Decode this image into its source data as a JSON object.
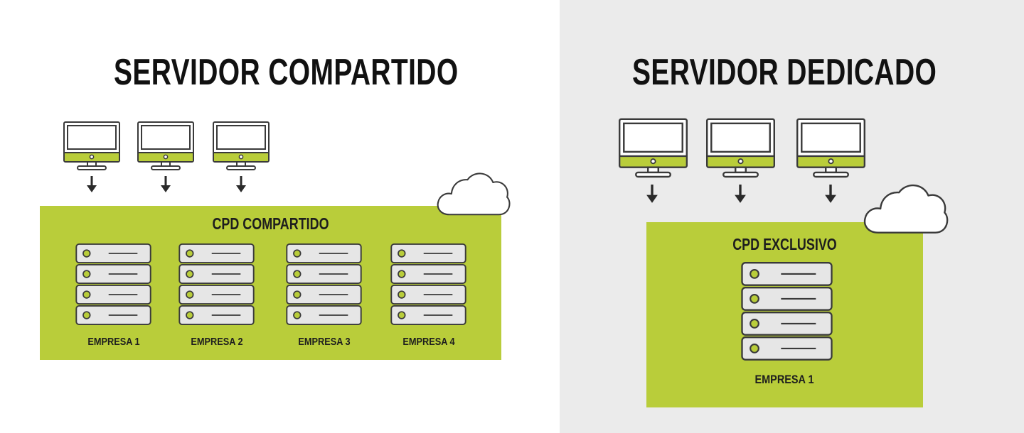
{
  "shared": {
    "title": "SERVIDOR COMPARTIDO",
    "datacenter_label": "CPD COMPARTIDO",
    "companies": [
      "EMPRESA 1",
      "EMPRESA 2",
      "EMPRESA 3",
      "EMPRESA 4"
    ]
  },
  "dedicated": {
    "title": "SERVIDOR DEDICADO",
    "datacenter_label": "CPD EXCLUSIVO",
    "companies": [
      "EMPRESA 1"
    ]
  },
  "colors": {
    "accent_green": "#b9cd3a",
    "server_gray": "#e6e6e6",
    "outline": "#3a3a3a",
    "right_background": "#ebebeb"
  },
  "icons": [
    "computer-monitor-icon",
    "down-arrow-icon",
    "cloud-icon",
    "server-rack-icon"
  ]
}
